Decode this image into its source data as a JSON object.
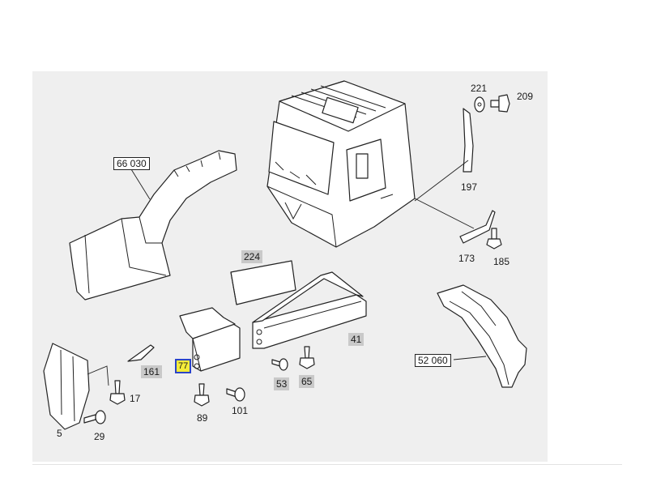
{
  "diagram": {
    "callouts": {
      "p66030": "66 030",
      "p221": "221",
      "p209": "209",
      "p197": "197",
      "p173": "173",
      "p185": "185",
      "p224": "224",
      "p41": "41",
      "p161": "161",
      "p77": "77",
      "p17": "17",
      "p5": "5",
      "p29": "29",
      "p89": "89",
      "p101": "101",
      "p53": "53",
      "p65": "65",
      "p52060": "52 060"
    },
    "highlighted_part": "77",
    "colors": {
      "background": "#efefef",
      "label_grey": "#c9c9c9",
      "highlight_fill": "#f4ec3a",
      "highlight_border": "#2b44c8"
    }
  }
}
